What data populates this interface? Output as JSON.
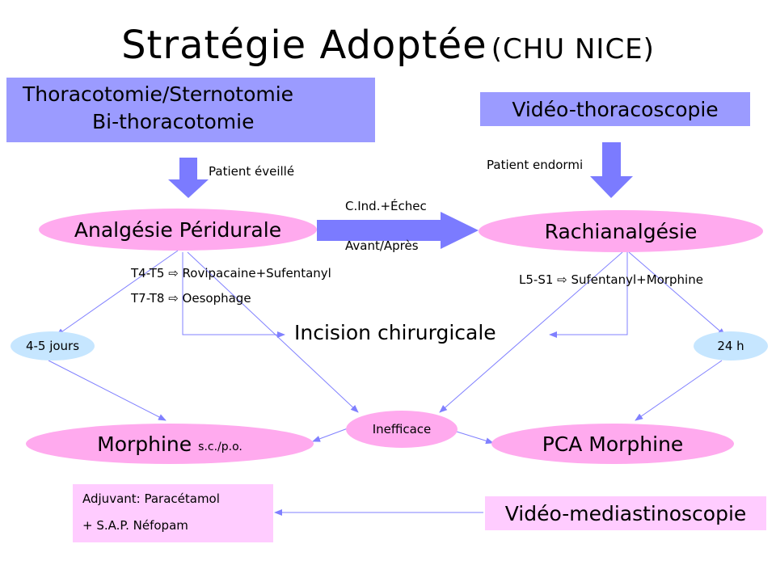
{
  "title": {
    "main": "Stratégie Adoptée",
    "sub": "(CHU NICE)"
  },
  "boxes": {
    "thoracotomie_line1": "Thoracotomie/Sternotomie",
    "thoracotomie_line2": "Bi-thoracotomie",
    "video_thoracoscopie": "Vidéo-thoracoscopie",
    "video_mediastinoscopie": "Vidéo-mediastinoscopie",
    "adjuvant_line1": "Adjuvant: Paracétamol",
    "adjuvant_line2": "+ S.A.P. Néfopam"
  },
  "nodes": {
    "analgesie": "Analgésie Péridurale",
    "rachi": "Rachianalgésie",
    "incision": "Incision chirurgicale",
    "jours": "4-5 jours",
    "h24": "24 h",
    "morphine": "Morphine",
    "morphine_route": "s.c./p.o.",
    "inefficace": "Inefficace",
    "pca": "PCA Morphine"
  },
  "annotations": {
    "patient_eveille": "Patient éveillé",
    "patient_endormi": "Patient endormi",
    "cind": "C.Ind.+Échec",
    "avant_apres": "Avant/Après",
    "t4t5": "T4-T5 ⇨ Rovipacaine+Sufentanyl",
    "t7t8": "T7-T8 ⇨ Oesophage",
    "l5s1": "L5-S1 ⇨ Sufentanyl+Morphine"
  },
  "colors": {
    "box_fill": "#9b9bff",
    "arrow_fill": "#7b7bff",
    "pink_fill": "#ffaaee",
    "light_blue_fill": "#c6e6ff",
    "connector": "#8080ff"
  }
}
